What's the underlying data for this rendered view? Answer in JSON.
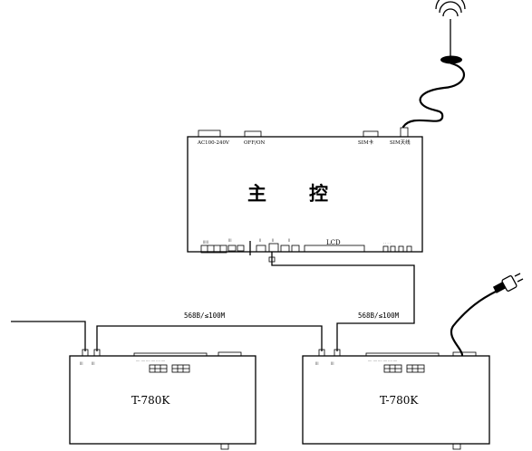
{
  "main_controller": {
    "title_chars": [
      "主",
      "控"
    ],
    "port_labels": {
      "power": "AC100-240V",
      "switch": "OFF/ON",
      "sim_card": "SIM卡",
      "sim_antenna": "SIM天线",
      "lcd": "LCD"
    }
  },
  "cable_labels": {
    "left": "568B/≤100M",
    "right": "568B/≤100M"
  },
  "sub_controllers": [
    {
      "model": "T-780K"
    },
    {
      "model": "T-780K"
    }
  ],
  "colors": {
    "line": "#000000",
    "background": "#ffffff"
  },
  "icons": [
    "antenna-icon",
    "power-plug-icon"
  ]
}
